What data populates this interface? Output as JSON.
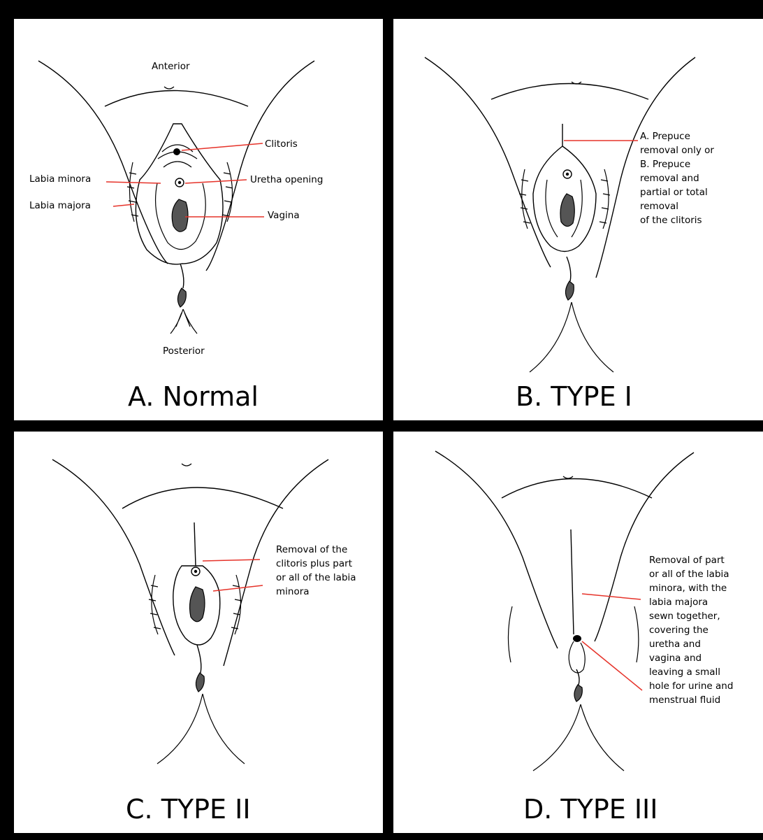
{
  "panels": {
    "a": {
      "title": "A. Normal",
      "labels": {
        "anterior": "Anterior",
        "posterior": "Posterior",
        "clitoris": "Clitoris",
        "urethra": "Uretha opening",
        "vagina": "Vagina",
        "labia_minora": "Labia minora",
        "labia_majora": "Labia majora"
      }
    },
    "b": {
      "title": "B. TYPE I",
      "annotation": [
        "A. Prepuce",
        "removal only or",
        "B. Prepuce",
        "removal and",
        "partial or total",
        "removal",
        "of the clitoris"
      ]
    },
    "c": {
      "title": "C. TYPE II",
      "annotation": [
        "Removal of the",
        "clitoris plus part",
        "or all of the labia",
        "minora"
      ]
    },
    "d": {
      "title": "D. TYPE III",
      "annotation": [
        "Removal of part",
        "or all of the labia",
        "minora, with the",
        "labia majora",
        "sewn together,",
        "covering the",
        "uretha and",
        "vagina and",
        "leaving a small",
        "hole for urine and",
        "menstrual fluid"
      ]
    }
  },
  "colors": {
    "background": "#000000",
    "panel": "#ffffff",
    "leader_line": "#e6332a",
    "tissue": "#555555"
  }
}
